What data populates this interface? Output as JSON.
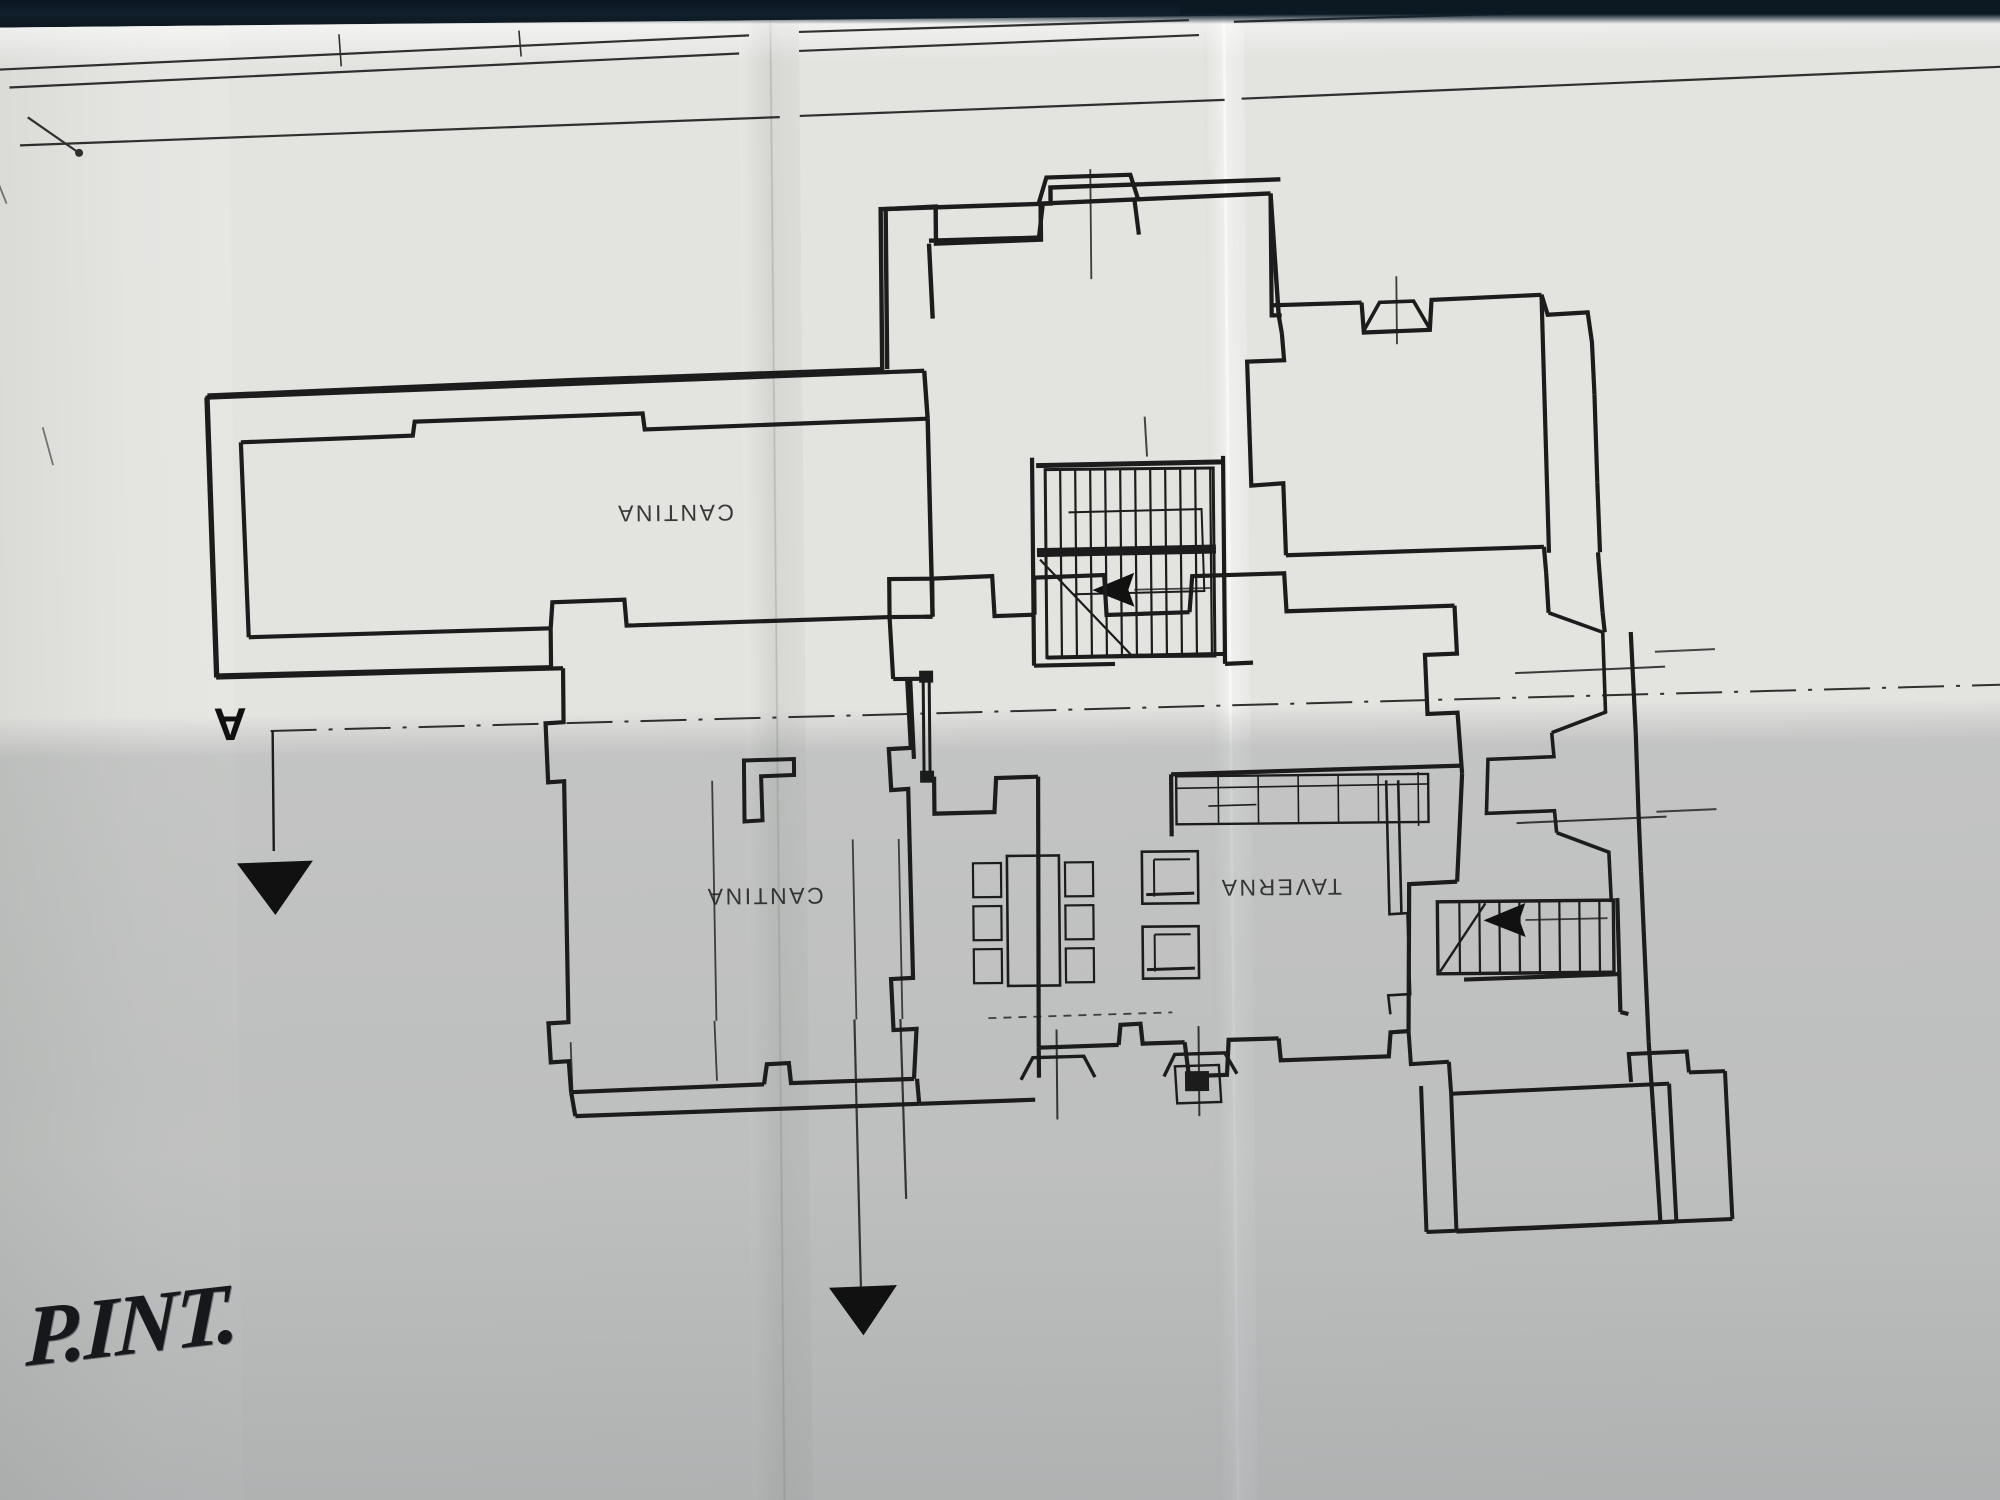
{
  "document": {
    "kind": "architectural-floor-plan",
    "sheet_note": "P.INT.",
    "orientation_note": "plan text printed rotated 180 degrees",
    "paper_color": "#e3e3e0",
    "ink_color": "#1a1a1a",
    "backdrop_color": "#0e1821"
  },
  "rooms": [
    {
      "id": "cantina-upper",
      "label": "CANTINA"
    },
    {
      "id": "cantina-lower",
      "label": "CANTINA"
    },
    {
      "id": "taverna",
      "label": "TAVERNA"
    }
  ],
  "markers": {
    "section_letter": "A",
    "section_line_style": "dash-dot",
    "section_arrow_left": "solid triangle pointing down",
    "section_arrow_bottom": "solid triangle pointing down"
  },
  "stairs": [
    {
      "id": "main-stair",
      "treads": 11,
      "direction_arrow": "left"
    },
    {
      "id": "secondary-stair",
      "treads": 8,
      "direction_arrow": "left"
    }
  ],
  "furniture": [
    {
      "id": "dining-table",
      "type": "rectangular table",
      "seats": 6
    },
    {
      "id": "armchair-upper",
      "type": "armchair"
    },
    {
      "id": "armchair-lower",
      "type": "armchair"
    },
    {
      "id": "kitchen-counter",
      "type": "counter run with units"
    }
  ],
  "annotations": {
    "handwriting": "P.INT.",
    "top_tick": "dimension tick mark"
  }
}
